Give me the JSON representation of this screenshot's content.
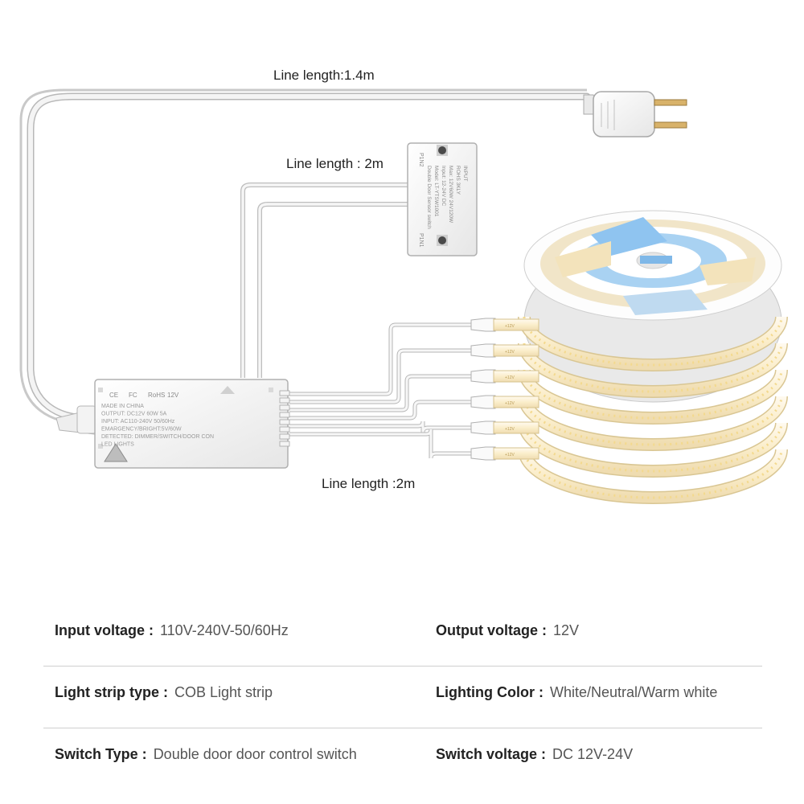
{
  "labels": {
    "power_line": "Line length:1.4m",
    "switch_line": "Line length : 2m",
    "strip_line": "Line length :2m"
  },
  "switch_box": {
    "side_label_top": "P1N2",
    "side_label_bottom": "P1N1",
    "text_lines": [
      "Double Door Sensor switch",
      "Model: LT-YTSW1001",
      "Input: 12-24V DC",
      "Max: 12V60W 24V120W",
      "ROHS 3KLY",
      "INPUT"
    ]
  },
  "driver_box": {
    "text_lines": [
      "MADE IN CHINA",
      "OUTPUT: DC12V 60W 5A",
      "INPUT: AC110-240V 50/60Hz",
      "EMARGENCY/BRIGHT:5V/60W",
      "DETECTED: DIMMER/SWITCH/DOOR CON",
      "LED LIGHTS"
    ],
    "marks": [
      "CE",
      "FC",
      "RoHS",
      "12V"
    ]
  },
  "strip": {
    "tape_label": "+12V"
  },
  "specs": [
    {
      "left": {
        "key": "Input voltage :",
        "value": "110V-240V-50/60Hz"
      },
      "right": {
        "key": "Output voltage :",
        "value": "12V"
      }
    },
    {
      "left": {
        "key": "Light strip type :",
        "value": "COB Light strip"
      },
      "right": {
        "key": "Lighting Color  :",
        "value": "White/Neutral/Warm white"
      }
    },
    {
      "left": {
        "key": "Switch Type  :",
        "value": "Double door door control switch"
      },
      "right": {
        "key": "Switch  voltage :",
        "value": "DC 12V-24V"
      }
    }
  ],
  "colors": {
    "strip_warm": "#fbeecb",
    "led_dot": "#f3d98e",
    "reel_blue": "#8fc4f0",
    "cable": "#e3e3e3",
    "cable_edge": "#b5b5b5"
  }
}
